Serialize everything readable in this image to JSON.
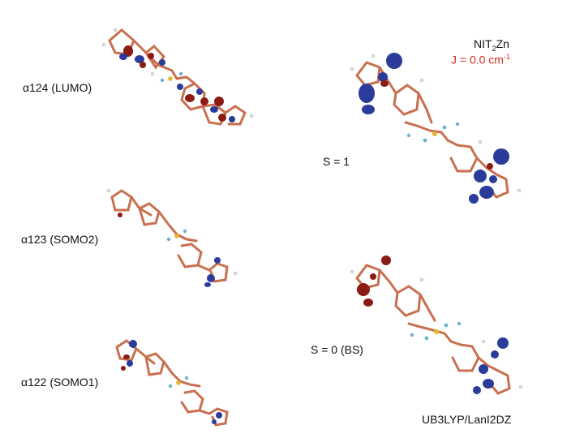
{
  "labels": {
    "lumo": "α124 (LUMO)",
    "somo2": "α123 (SOMO2)",
    "somo1": "α122 (SOMO1)",
    "s1": "S = 1",
    "s0": "S = 0 (BS)",
    "method": "UB3LYP/LanI2DZ"
  },
  "legend": {
    "compound_prefix": "NIT",
    "compound_sub": "2",
    "compound_suffix": "Zn",
    "coupling_text": "J = 0.0 cm",
    "coupling_sup": "-1"
  },
  "colors": {
    "bond": "#c8704f",
    "metal": "#e8b62a",
    "nitrogen": "#6fb2c9",
    "hydrogen": "#eeeeee",
    "lobe_pos": "#2a3b9a",
    "lobe_neg": "#8b1c14",
    "accent_red": "#d9291c"
  }
}
